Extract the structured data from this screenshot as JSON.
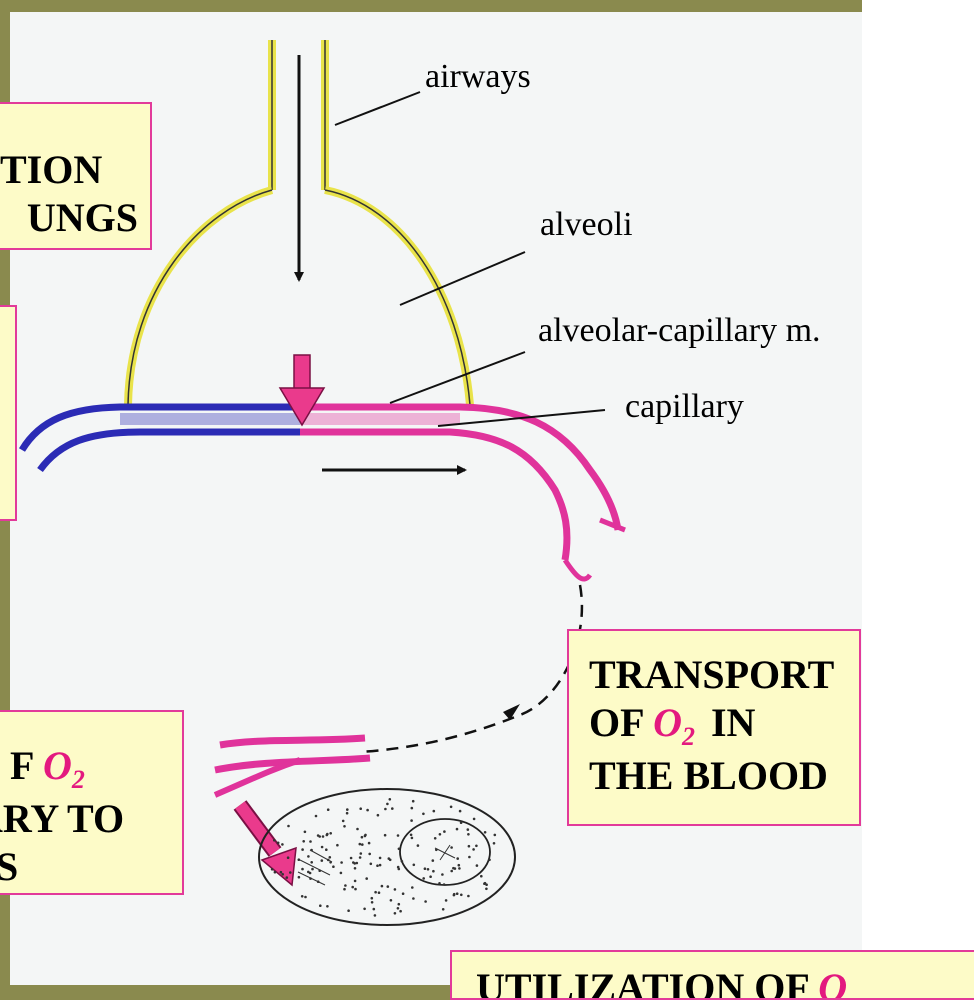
{
  "labels": {
    "airways": "airways",
    "alveoli": "alveoli",
    "membrane": "alveolar-capillary m.",
    "capillary": "capillary"
  },
  "boxes": {
    "ventilation": {
      "line1": "TION",
      "line2": "UNGS"
    },
    "diffusion": {
      "line1_prefix": "F",
      "o2": "O",
      "o2_sub": "2",
      "line2": "ARY TO",
      "line3": "S"
    },
    "transport": {
      "line1": "TRANSPORT",
      "line2_prefix": "OF",
      "o2": "O",
      "o2_sub": "2",
      "line2_suffix": "IN",
      "line3": "THE BLOOD"
    },
    "utilization": {
      "text": "UTILIZATION OF",
      "o2": "O"
    }
  },
  "colors": {
    "olive_background": "#8a8a4e",
    "paper": "#ffffff",
    "box_fill": "#fdfbc8",
    "box_border": "#e23a9a",
    "deoxygenated_blood": "#2b2bb5",
    "oxygenated_blood": "#e0339b",
    "airway_wall": "#e9e34a",
    "arrow_pink": "#ea3a8c"
  }
}
